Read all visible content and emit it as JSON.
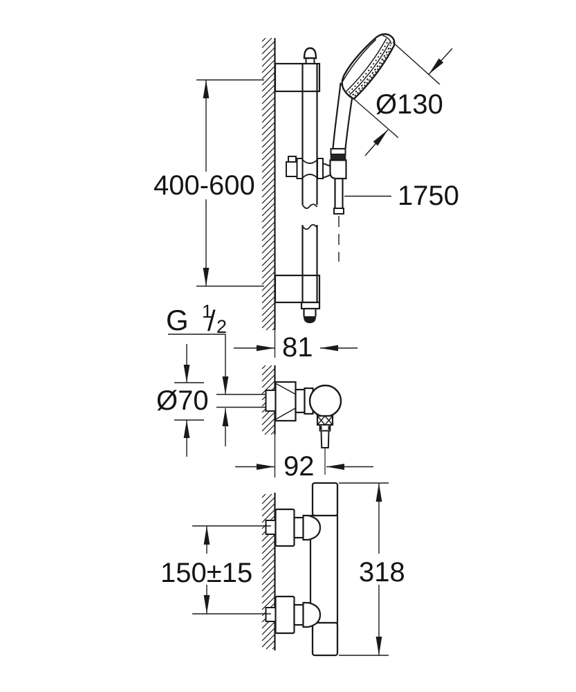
{
  "drawing": {
    "kind": "technical-dimension-drawing",
    "product": "shower rail set with hand shower, wall union and thermostat mixer",
    "background_color": "#ffffff",
    "line_color": "#1a1a1a"
  },
  "dimensions": {
    "rail_bracket_distance": "400-600",
    "head_diameter": "Ø130",
    "hose_length": "1750",
    "thread_prefix": "G",
    "thread_numerator": "1",
    "thread_slash": "/",
    "thread_denominator": "2",
    "escutcheon_diameter": "Ø70",
    "rail_wall_offset": "81",
    "outlet_projection": "92",
    "connection_spacing": "150±15",
    "body_height": "318"
  }
}
